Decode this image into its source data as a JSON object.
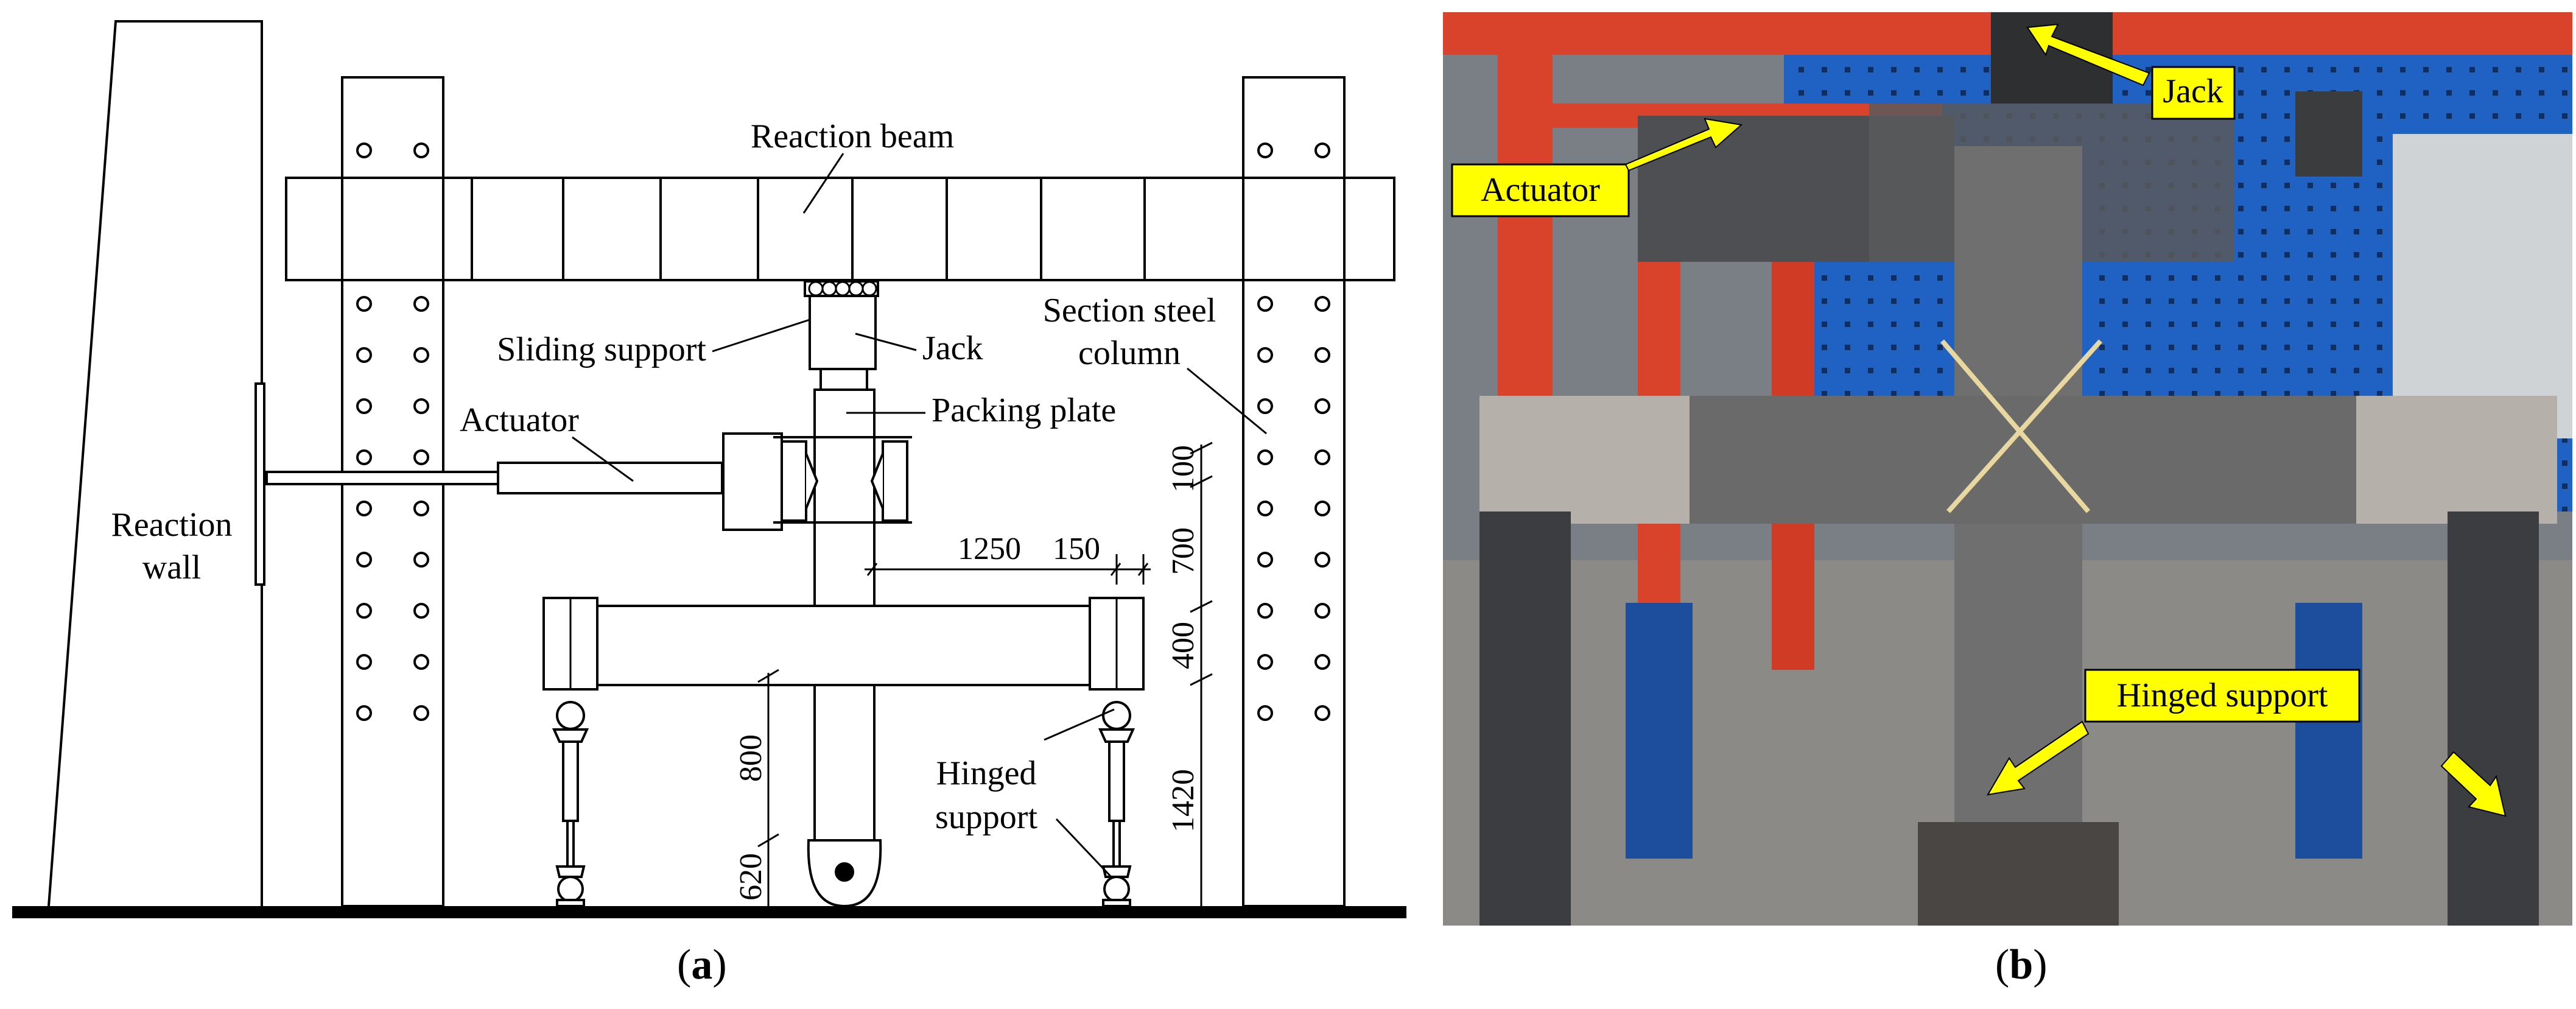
{
  "panel_a": {
    "labels": {
      "reaction_beam": "Reaction beam",
      "sliding_support": "Sliding support",
      "jack": "Jack",
      "section_steel_column_1": "Section steel",
      "section_steel_column_2": "column",
      "packing_plate": "Packing plate",
      "actuator": "Actuator",
      "reaction_wall_1": "Reaction",
      "reaction_wall_2": "wall",
      "hinged_support_1": "Hinged",
      "hinged_support_2": "support"
    },
    "dimensions": {
      "d100": "100",
      "d700": "700",
      "d1250": "1250",
      "d150": "150",
      "d400": "400",
      "d800": "800",
      "d1420": "1420",
      "d620": "620"
    },
    "caption": "a"
  },
  "panel_b": {
    "callouts": {
      "jack": "Jack",
      "actuator": "Actuator",
      "hinged_support": "Hinged support"
    },
    "colors": {
      "callout_fill": "#ffff00",
      "frame_red": "#d9432b",
      "wall_blue": "#1f62c4",
      "steel_grey": "#6f6f6f"
    },
    "caption": "b"
  }
}
